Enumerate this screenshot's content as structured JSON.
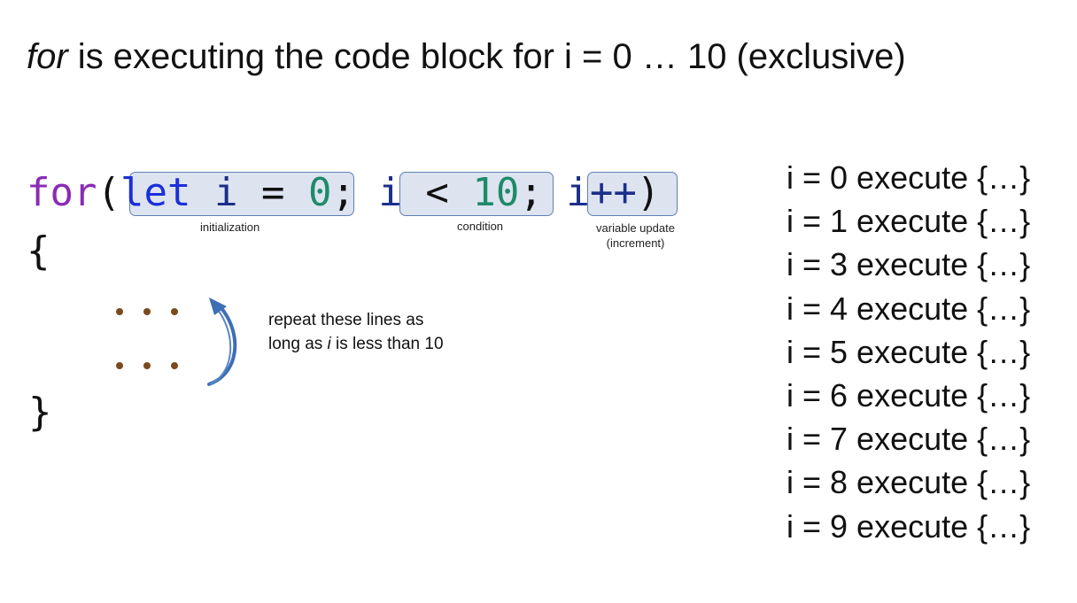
{
  "title": {
    "keyword": "for",
    "rest": " is executing the code block for i = 0 … 10 (exclusive)"
  },
  "code": {
    "for": "for",
    "paren_open": "(",
    "let": "let",
    "init_var": " i",
    "init_eq": " = ",
    "init_val": "0",
    "semi1": "; ",
    "cond_var": "i",
    "cond_op": " < ",
    "cond_val": "10",
    "semi2": "; ",
    "inc": "i++",
    "paren_close": ")",
    "brace_open": "{",
    "brace_close": "}"
  },
  "labels": {
    "initialization": "initialization",
    "condition": "condition",
    "variable_update": "variable update (increment)"
  },
  "repeat_note": {
    "line1": "repeat these lines as",
    "line2_prefix": "long as ",
    "line2_var": "i",
    "line2_suffix": " is less than 10"
  },
  "execution_list": [
    "i = 0 execute {…}",
    "i = 1 execute {…}",
    "i = 3 execute {…}",
    "i = 4 execute {…}",
    "i = 5 execute {…}",
    "i = 6 execute {…}",
    "i = 7 execute {…}",
    "i = 8 execute {…}",
    "i = 9 execute {…}"
  ],
  "colors": {
    "for_keyword": "#8a2bb5",
    "let_keyword": "#1a2fd9",
    "variable": "#1b2f8a",
    "number": "#1f8a6a",
    "highlight_fill": "#dde4f0",
    "highlight_border": "#5f7fb5",
    "dots": "#7a4a1e",
    "arrow": "#3d6fb5"
  },
  "icons": {
    "repeat": "curved-arrow-up-icon"
  }
}
